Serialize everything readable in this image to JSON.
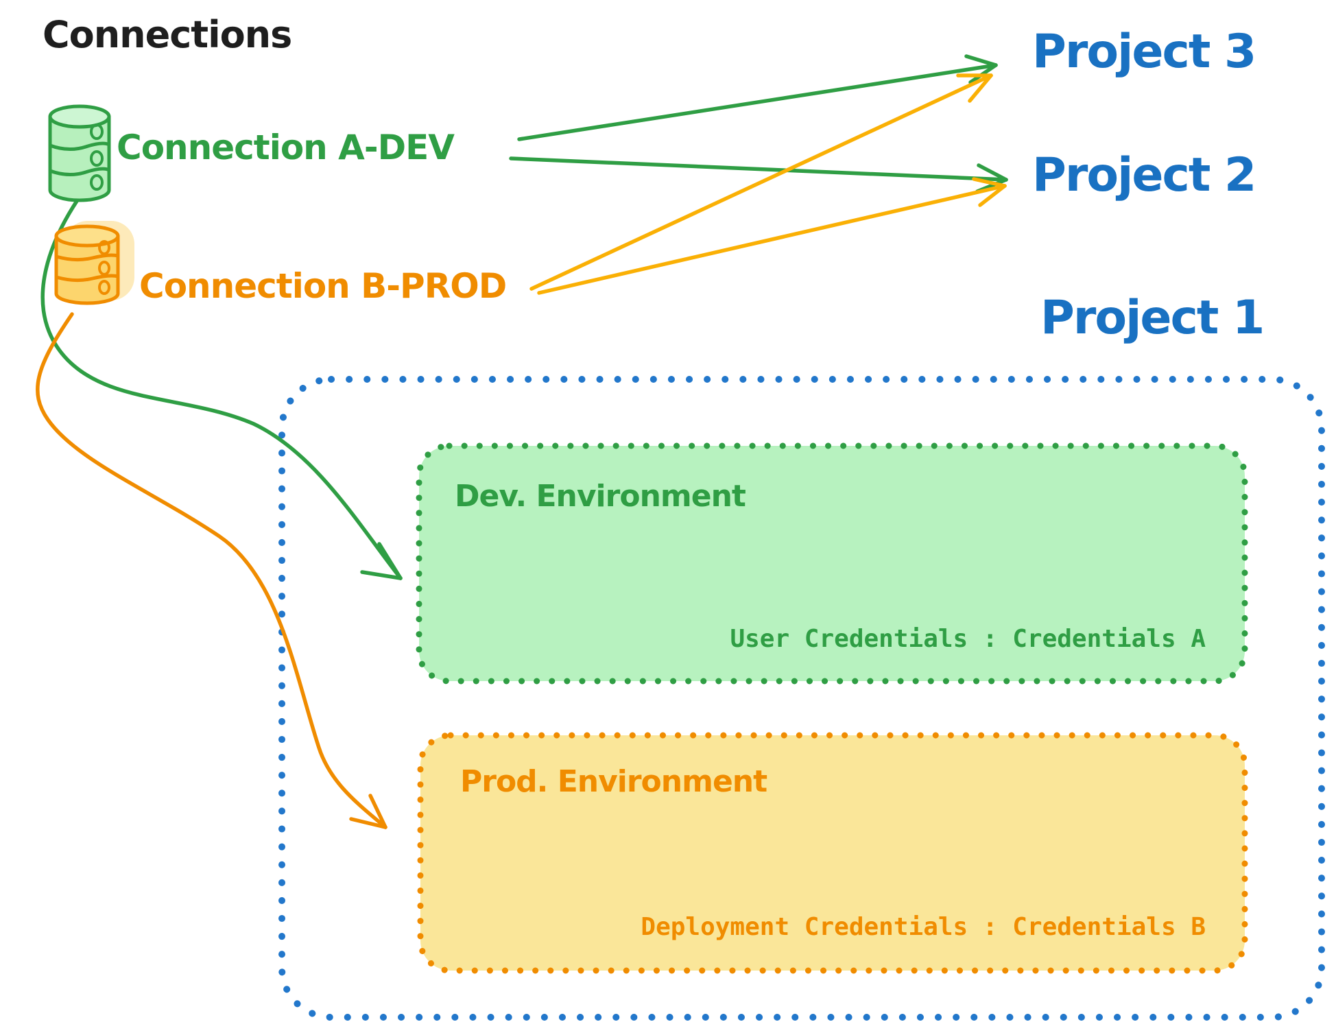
{
  "page": {
    "title": "Connections"
  },
  "connections": [
    {
      "id": "a-dev",
      "label": "Connection A-DEV"
    },
    {
      "id": "b-prod",
      "label": "Connection B-PROD"
    }
  ],
  "projects": [
    {
      "label": "Project 3"
    },
    {
      "label": "Project 2"
    },
    {
      "label": "Project 1"
    }
  ],
  "environments": [
    {
      "title": "Dev. Environment",
      "credentials": "User Credentials : Credentials A"
    },
    {
      "title": "Prod. Environment",
      "credentials": "Deployment Credentials : Credentials B"
    }
  ],
  "icons": [
    {
      "name": "database-icon-a-dev",
      "meaning": "green database cylinder for Connection A-DEV"
    },
    {
      "name": "database-icon-b-prod",
      "meaning": "yellow database cylinder for Connection B-PROD"
    }
  ],
  "colors": {
    "title_black": "#1e1e1e",
    "project_blue": "#1971c2",
    "blue_border": "#2277cb",
    "green_stroke": "#2f9e44",
    "green_box_fill": "#b7f2bf",
    "db_green_fill": "#b7f0bd",
    "orange_stroke": "#f08c00",
    "orange_arrow": "#fab005",
    "yellow_box_fill": "#fae699",
    "db_yellow_fill": "#fcd56d"
  }
}
